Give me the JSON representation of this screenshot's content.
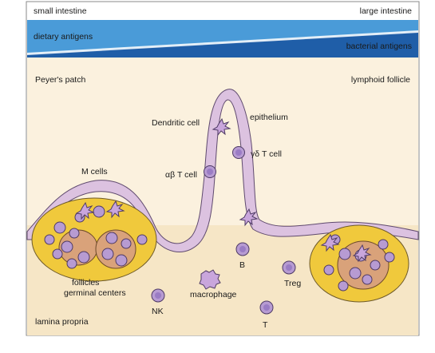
{
  "header": {
    "left_label": "small intestine",
    "right_label": "large intestine"
  },
  "antigen_band": {
    "left_label": "dietary antigens",
    "right_label": "bacterial antigens",
    "colors": {
      "light": "#3a8fd0",
      "dark": "#1f5ea8"
    }
  },
  "labels": {
    "peyers_patch": "Peyer's patch",
    "lymphoid_follicle": "lymphoid follicle",
    "dendritic_cell": "Dendritic cell",
    "epithelium": "epithelium",
    "gd_t_cell": "γδ T cell",
    "ab_t_cell": "αβ T cell",
    "m_cells": "M cells",
    "b": "B",
    "follicles": "follicles",
    "germinal_centers": "germinal centers",
    "treg": "Treg",
    "macrophage": "macrophage",
    "nk": "NK",
    "t": "T",
    "lamina_propria": "lamina propria"
  },
  "colors": {
    "tissue": "#f6e4c4",
    "epithelium": "#dcc2e0",
    "follicle": "#f0c93c",
    "germinal_center": "#d9a27a",
    "lymphocyte": "#b79bd2",
    "lymphocyte_nucleus": "#9a7cc4"
  }
}
